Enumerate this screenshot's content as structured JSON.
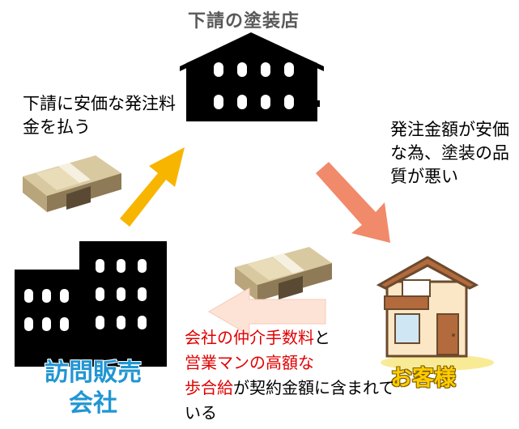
{
  "subcontractor": {
    "title": "下請の塗装店"
  },
  "left_note": {
    "text": "下請に安価な発注料金を払う"
  },
  "right_note": {
    "text": "発注金額が安価な為、塗装の品質が悪い"
  },
  "company": {
    "label_line1": "訪問販売",
    "label_line2": "会社"
  },
  "customer": {
    "label": "お客様"
  },
  "bottom_note": {
    "red1": "会社の仲介手数料",
    "black1": "と",
    "red2": "営業マンの高額な",
    "red3": "歩合給",
    "black2": "が契約金額に含まれている"
  },
  "colors": {
    "building": "#000000",
    "window": "#ffffff",
    "arrow_up": "#f7b500",
    "arrow_down": "#f08a6a",
    "arrow_left": "#fde3d6",
    "house_wall": "#fbe7c6",
    "house_trim": "#b36a3c",
    "company_label": "#2196d3",
    "customer_label": "#ffcc00",
    "accent_red": "#e00000"
  },
  "icons": [
    "subcontractor-building-icon",
    "company-building-icon",
    "customer-house-icon",
    "money-bundle-icon",
    "arrow-up-right-icon",
    "arrow-down-right-icon",
    "arrow-left-icon"
  ]
}
